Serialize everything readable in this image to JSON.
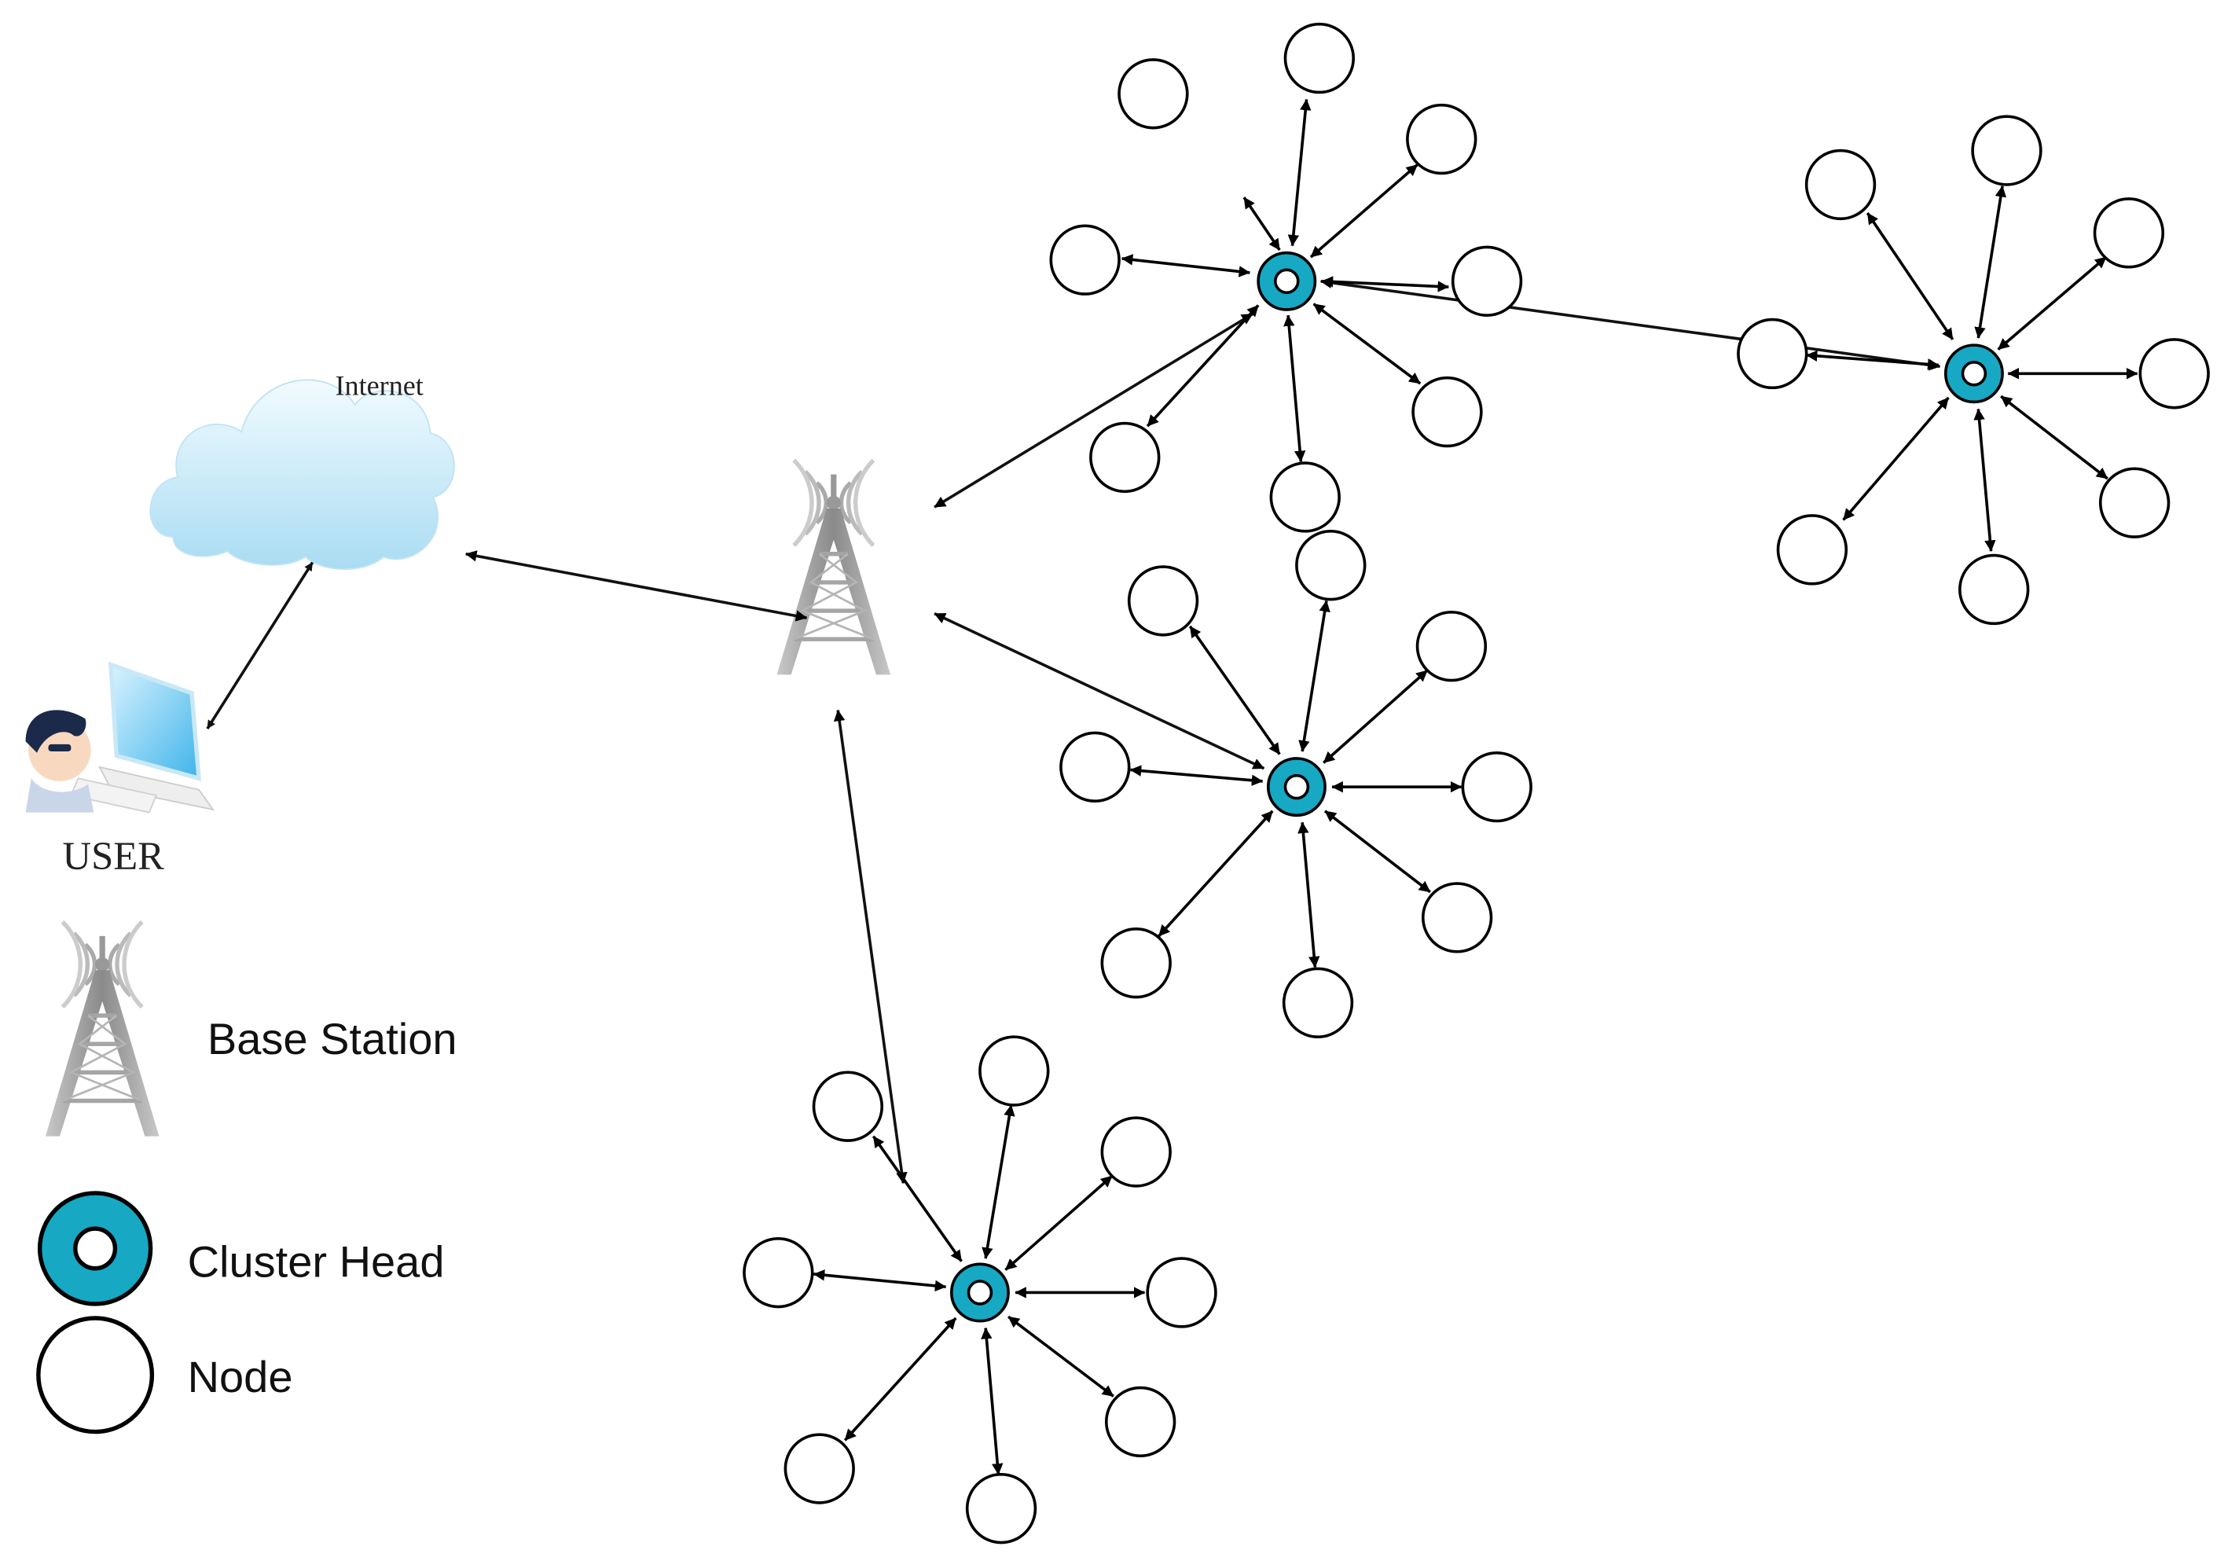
{
  "labels": {
    "internet": "Internet",
    "user": "USER"
  },
  "legend": {
    "base_station": "Base Station",
    "cluster_head": "Cluster Head",
    "node": "Node"
  },
  "colors": {
    "cluster_head_fill": "#17a8c4",
    "cloud_light": "#e8f6fd",
    "cloud_dark": "#9fd6f0",
    "tower": "#9a9a9a"
  },
  "icons": [
    "cloud-icon",
    "user-computer-icon",
    "base-station-tower-icon"
  ]
}
